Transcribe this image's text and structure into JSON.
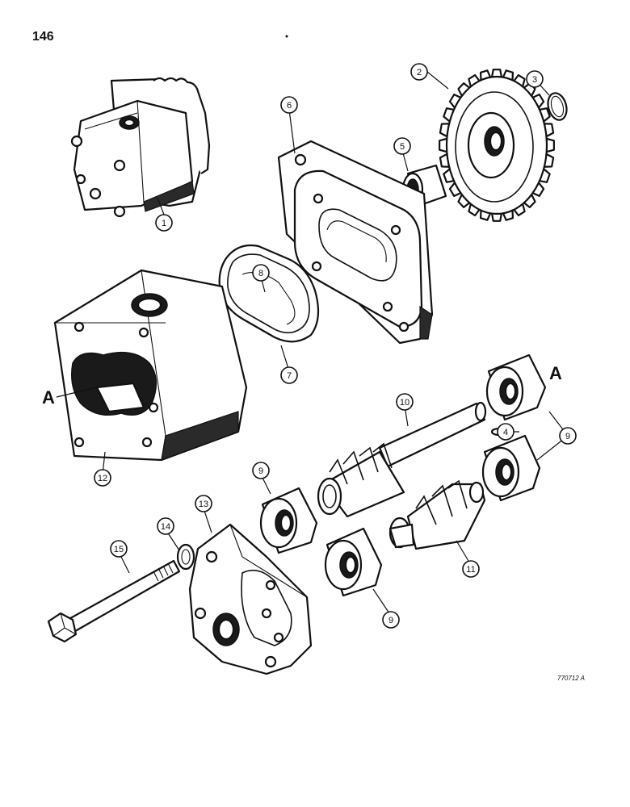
{
  "page_number": "146",
  "drawing_number": "770712 A",
  "section_mark": "A",
  "callouts": [
    {
      "label": "1"
    },
    {
      "label": "2"
    },
    {
      "label": "3"
    },
    {
      "label": "4"
    },
    {
      "label": "5"
    },
    {
      "label": "6"
    },
    {
      "label": "7"
    },
    {
      "label": "8"
    },
    {
      "label": "9"
    },
    {
      "label": "9"
    },
    {
      "label": "9"
    },
    {
      "label": "10"
    },
    {
      "label": "11"
    },
    {
      "label": "12"
    },
    {
      "label": "13"
    },
    {
      "label": "14"
    },
    {
      "label": "15"
    }
  ]
}
